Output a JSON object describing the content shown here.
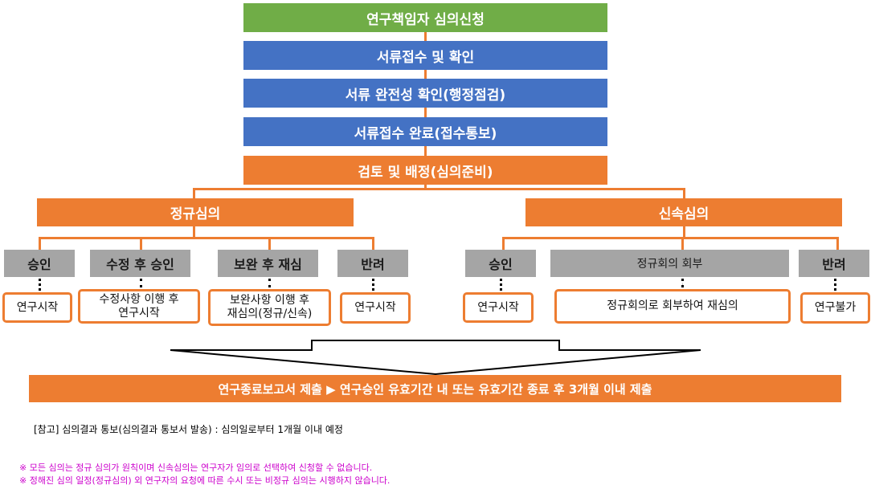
{
  "steps": [
    "연구책임자 심의신청",
    "서류접수 및 확인",
    "서류 완전성 확인(행정점검)",
    "서류접수 완료(접수통보)",
    "검토 및 배정(심의준비)"
  ],
  "regular": {
    "title": "정규심의",
    "approve": {
      "label": "승인",
      "result": "연구시작"
    },
    "revise": {
      "label": "수정 후 승인",
      "result": "수정사항 이행 후\n연구시작"
    },
    "supplement": {
      "label": "보완 후 재심",
      "result": "보완사항 이행 후\n재심의(정규/신속)"
    },
    "reject": {
      "label": "반려",
      "result": "연구시작"
    }
  },
  "expedited": {
    "title": "신속심의",
    "approve": {
      "label": "승인",
      "result": "연구시작"
    },
    "refer": {
      "label": "정규회의 회부",
      "result": "정규회의로 회부하여 재심의"
    },
    "reject": {
      "label": "반려",
      "result": "연구불가"
    }
  },
  "final_bar": "연구종료보고서 제출 ▶ 연구승인 유효기간 내 또는 유효기간 종료 후 3개월 이내 제출",
  "notes": {
    "reference": "[참고] 심의결과 통보(심의결과 통보서 발송) : 심의일로부터 1개월 이내 예정",
    "note1": "※ 모든 심의는 정규 심의가 원칙이며 신속심의는 연구자가 임의로 선택하여 신청할 수 없습니다.",
    "note2": "※ 정해진 심의 일정(정규심의) 외 연구자의 요청에 따른 수시 또는 비정규 심의는 시행하지 않습니다."
  },
  "colors": {
    "green": "#70ad47",
    "blue": "#4472c4",
    "orange": "#ed7d31",
    "gray": "#a5a5a5",
    "note_magenta": "#cc00cc"
  }
}
